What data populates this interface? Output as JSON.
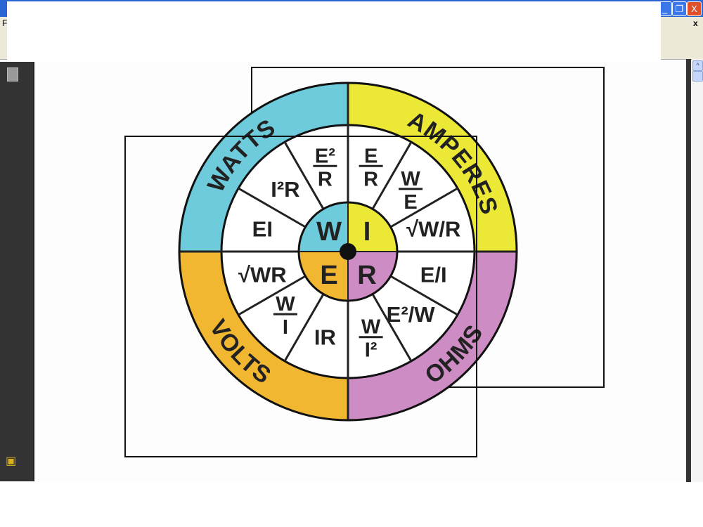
{
  "window": {
    "menu_first_letter": "F",
    "close_doc_label": "x",
    "buttons": {
      "minimize": "_",
      "restore": "❐",
      "close": "X"
    }
  },
  "wheel": {
    "colors": {
      "outline": "#111111",
      "spokes": "#222222",
      "center_dot": "#111111"
    },
    "quadrants": [
      {
        "label": "WATTS",
        "symbol": "W",
        "color": "#6ecbdc",
        "formulas": [
          {
            "num": "E²",
            "den": "R"
          },
          {
            "text": "I²R"
          },
          {
            "text": "EI"
          }
        ]
      },
      {
        "label": "AMPERES",
        "symbol": "I",
        "color": "#ece936",
        "formulas": [
          {
            "num": "E",
            "den": "R"
          },
          {
            "num": "W",
            "den": "E"
          },
          {
            "text": "√W/R"
          }
        ]
      },
      {
        "label": "OHMS",
        "symbol": "R",
        "color": "#cd8cc3",
        "formulas": [
          {
            "text": "E/I"
          },
          {
            "text": "E²/W"
          },
          {
            "num": "W",
            "den": "I²"
          }
        ]
      },
      {
        "label": "VOLTS",
        "symbol": "E",
        "color": "#f2b730",
        "formulas": [
          {
            "text": "IR"
          },
          {
            "num": "W",
            "den": "I"
          },
          {
            "text": "√WR"
          }
        ]
      }
    ]
  }
}
